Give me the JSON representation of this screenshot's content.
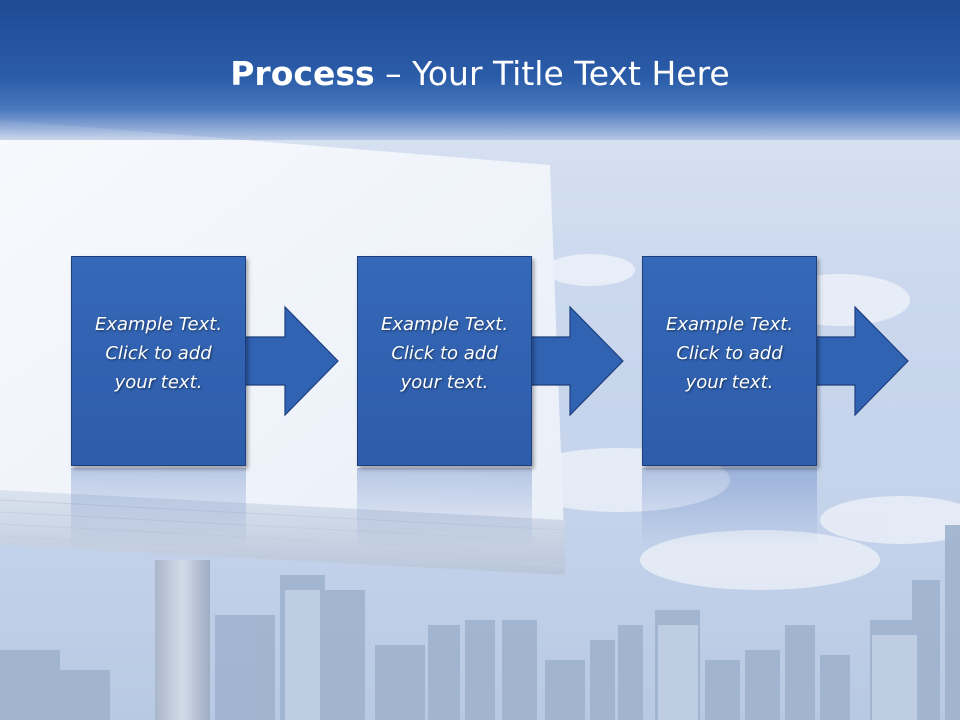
{
  "title": {
    "bold": "Process",
    "rest": " – Your Title Text Here"
  },
  "steps": [
    {
      "lines": [
        "Example Text.",
        "Click  to add",
        "your text."
      ]
    },
    {
      "lines": [
        "Example Text.",
        "Click  to add",
        "your text."
      ]
    },
    {
      "lines": [
        "Example Text.",
        "Click  to add",
        "your text."
      ]
    }
  ],
  "colors": {
    "header": "#2b5ca8",
    "box": "#3264b4",
    "box_border": "#1e3f7e",
    "text": "#ffffff"
  }
}
